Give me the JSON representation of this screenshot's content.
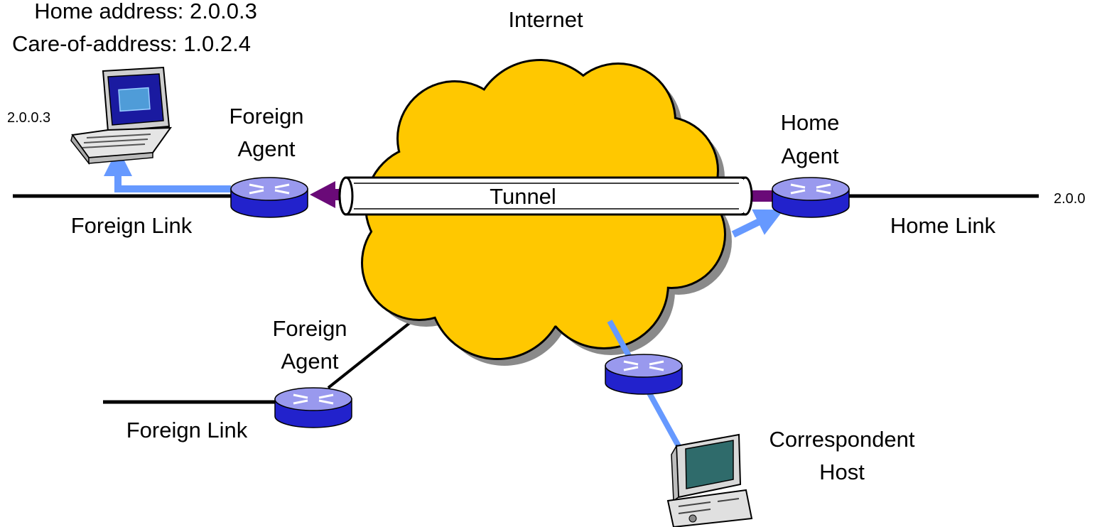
{
  "diagram": {
    "mobile_node": {
      "home_address_line": "Home address: 2.0.0.3",
      "care_of_address_line": "Care-of-address: 1.0.2.4",
      "ip_label": "2.0.0.3"
    },
    "internet_label": "Internet",
    "tunnel_label": "Tunnel",
    "foreign_agent_top": {
      "label_line1": "Foreign",
      "label_line2": "Agent"
    },
    "foreign_link_top": "Foreign Link",
    "home_agent": {
      "label_line1": "Home",
      "label_line2": "Agent"
    },
    "home_link": "Home Link",
    "home_network_address": "2.0.0",
    "foreign_agent_bottom": {
      "label_line1": "Foreign",
      "label_line2": "Agent"
    },
    "foreign_link_bottom": "Foreign Link",
    "correspondent_host": {
      "label_line1": "Correspondent",
      "label_line2": "Host"
    },
    "colors": {
      "cloud_fill": "#FFC800",
      "cloud_shadow": "#888888",
      "router_blue": "#2222CC",
      "router_top": "#9999EE",
      "data_path_blue": "#6699FF",
      "tunnel_purple": "#6A0A78",
      "link_black": "#000000"
    }
  }
}
